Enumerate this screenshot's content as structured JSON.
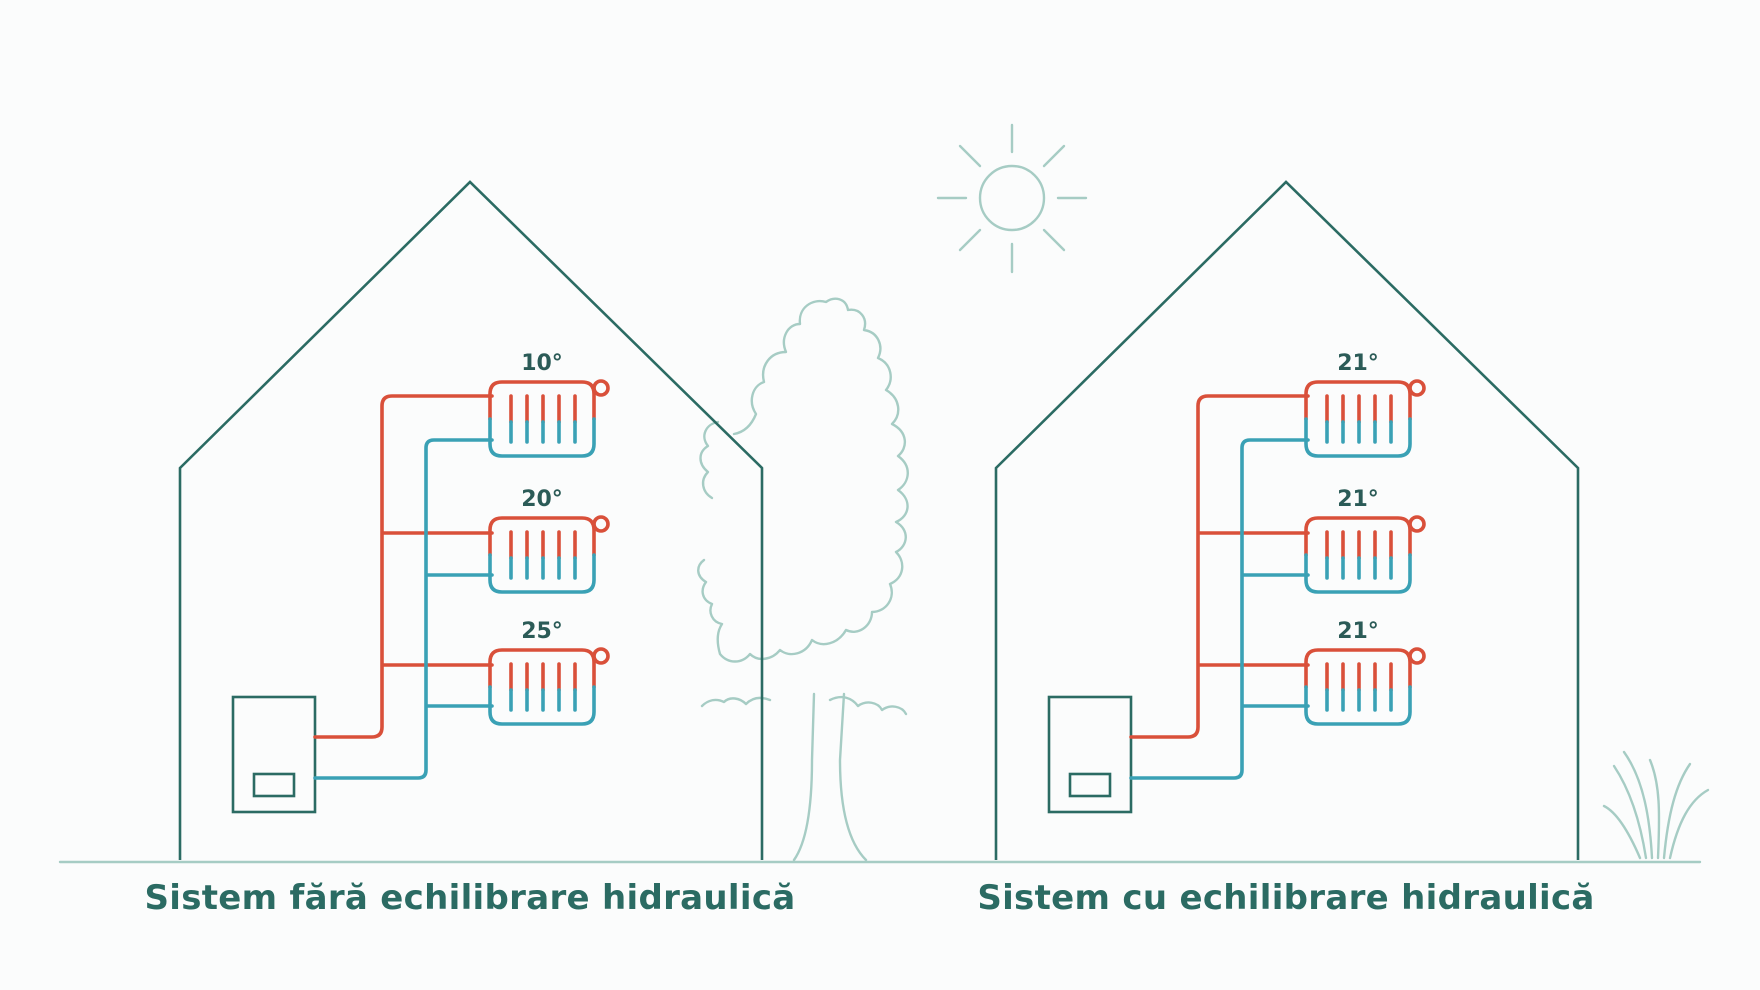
{
  "houses": [
    {
      "caption": "Sistem fără echilibrare hidraulică",
      "radiators": [
        {
          "temp": "10°"
        },
        {
          "temp": "20°"
        },
        {
          "temp": "25°"
        }
      ]
    },
    {
      "caption": "Sistem cu echilibrare hidraulică",
      "radiators": [
        {
          "temp": "21°"
        },
        {
          "temp": "21°"
        },
        {
          "temp": "21°"
        }
      ]
    }
  ],
  "colors": {
    "house_outline": "#2b6b63",
    "hot_pipe": "#d9503a",
    "cold_pipe": "#3aa1b5",
    "scenery": "#a6ccc4"
  },
  "icons": [
    "sun-icon",
    "tree-icon",
    "grass-icon",
    "boiler-icon",
    "radiator-icon"
  ]
}
